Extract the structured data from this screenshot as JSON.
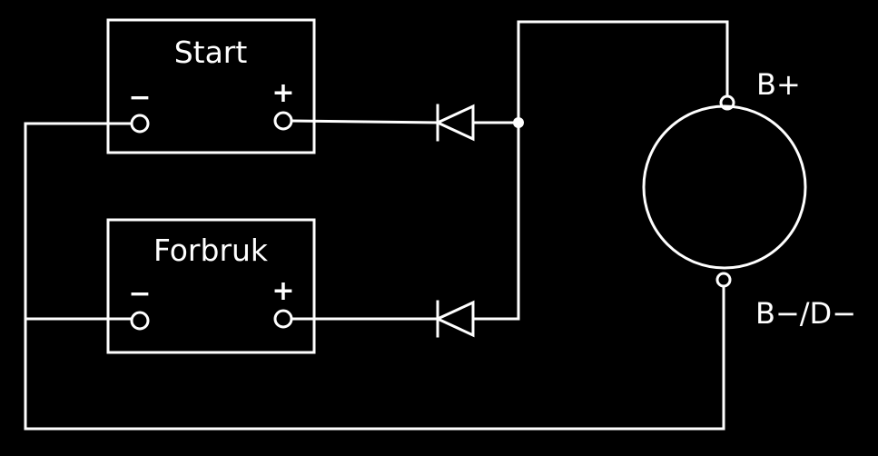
{
  "batteries": {
    "start": {
      "label": "Start",
      "minus": "−",
      "plus": "+"
    },
    "consumer": {
      "label": "Forbruk",
      "minus": "−",
      "plus": "+"
    }
  },
  "alternator": {
    "positive_label": "B+",
    "negative_label": "B−/D−"
  },
  "colors": {
    "background": "#000000",
    "line": "#ffffff"
  }
}
